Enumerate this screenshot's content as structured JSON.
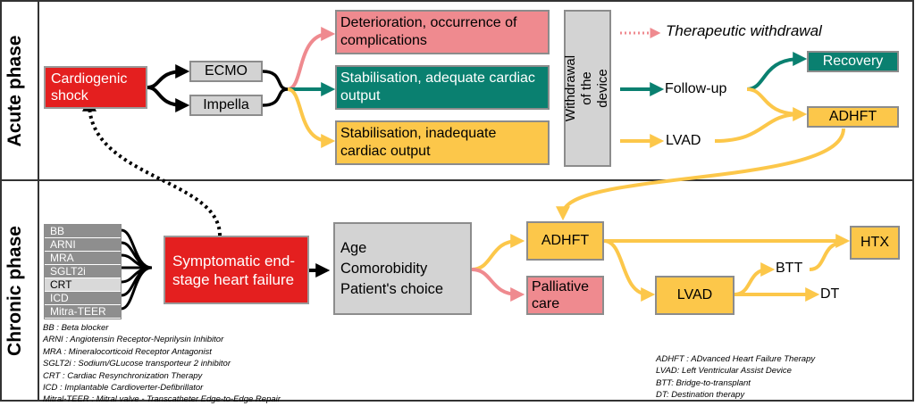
{
  "phases": {
    "acute": "Acute phase",
    "chronic": "Chronic phase"
  },
  "acute": {
    "cardiogenic_shock": "Cardiogenic shock",
    "ecmo": "ECMO",
    "impella": "Impella",
    "deterioration": "Deterioration, occurrence of complications",
    "stab_adequate": "Stabilisation, adequate cardiac output",
    "stab_inadequate": "Stabilisation, inadequate cardiac output",
    "withdrawal_device": "Withdrawal of the device",
    "therapeutic_withdrawal": "Therapeutic withdrawal",
    "follow_up": "Follow-up",
    "lvad": "LVAD",
    "recovery": "Recovery",
    "adhft": "ADHFT"
  },
  "chronic": {
    "treatments": [
      "BB",
      "ARNI",
      "MRA",
      "SGLT2i",
      "CRT",
      "ICD",
      "Mitra-TEER"
    ],
    "symptomatic": "Symptomatic end-stage heart failure",
    "criteria": [
      "Age",
      "Comorobidity",
      "Patient's choice"
    ],
    "adhft": "ADHFT",
    "palliative": "Palliative care",
    "lvad": "LVAD",
    "htx": "HTX",
    "btt": "BTT",
    "dt": "DT"
  },
  "legend_left": [
    "BB : Beta blocker",
    "ARNI : Angiotensin Receptor-Neprilysin Inhibitor",
    "MRA : Mineralocorticoid Receptor Antagonist",
    "SGLT2i : Sodium/GLucose transporteur 2 inhibitor",
    "CRT : Cardiac Resynchronization Therapy",
    "ICD : Implantable Cardioverter-Defibrillator",
    "Mitral-TEER : Mitral valve -  Transcatheter Edge-to-Edge Repair"
  ],
  "legend_right": [
    "ADHFT : ADvanced Heart Failure Therapy",
    "LVAD: Left Ventricular Assist Device",
    "BTT: Bridge-to-transplant",
    "DT: Destination therapy"
  ],
  "colors": {
    "red": "#e41f1f",
    "pink": "#ef8a8f",
    "teal": "#0a8070",
    "amber": "#fcc74a",
    "grey": "#d3d3d3"
  }
}
